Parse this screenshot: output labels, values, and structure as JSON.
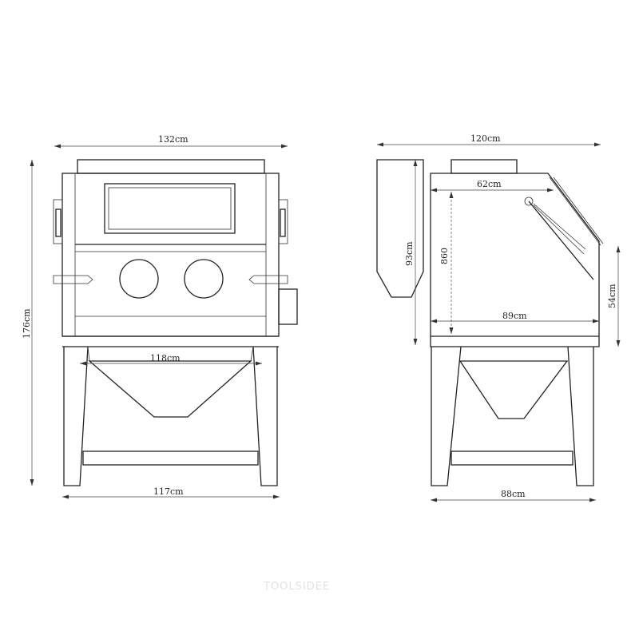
{
  "front_view": {
    "overall_width": "132cm",
    "overall_height": "176cm",
    "hopper_width": "118cm",
    "base_width": "117cm"
  },
  "side_view": {
    "overall_depth": "120cm",
    "top_depth": "62cm",
    "hopper_height": "93cm",
    "cabinet_height": "860",
    "inner_depth": "89cm",
    "door_height": "54cm",
    "base_depth": "88cm"
  },
  "watermark": "TOOLSIDEE"
}
